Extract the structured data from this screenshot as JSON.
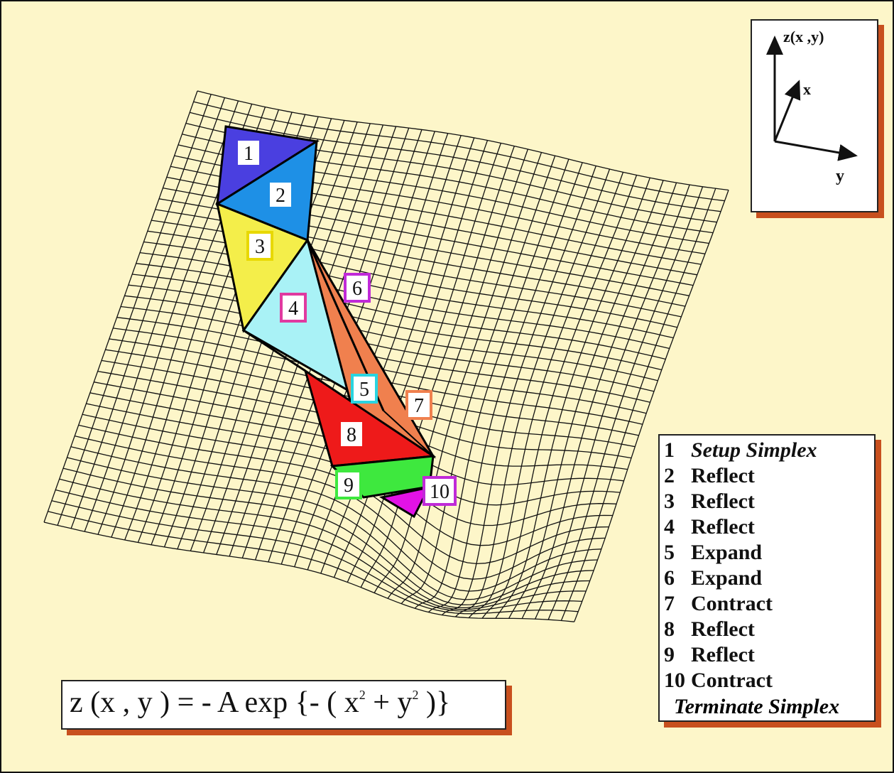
{
  "axes_legend": {
    "z_label": "z(x ,y)",
    "x_label": "x",
    "y_label": "y"
  },
  "simplex_labels": [
    {
      "label": "1",
      "color": "#4a3fe0",
      "border": "#4a3fe0"
    },
    {
      "label": "2",
      "color": "#1e90e6",
      "border": "#1e90e6"
    },
    {
      "label": "3",
      "color": "#f4ee4a",
      "border": "#e8d800"
    },
    {
      "label": "4",
      "color": "#e79ad6",
      "border": "#e03aa0"
    },
    {
      "label": "5",
      "color": "#a9f2f6",
      "border": "#2ad4e0"
    },
    {
      "label": "6",
      "color": "#c02ad8",
      "border": "#c02ad8"
    },
    {
      "label": "7",
      "color": "#f0804e",
      "border": "#f0804e"
    },
    {
      "label": "8",
      "color": "#ee1a1a",
      "border": "#ee1a1a"
    },
    {
      "label": "9",
      "color": "#3ee83e",
      "border": "#3ee83e"
    },
    {
      "label": "10",
      "color": "#e212e6",
      "border": "#c02ad8"
    }
  ],
  "legend": {
    "steps": [
      {
        "num": "1",
        "text": "Setup Simplex",
        "italic": true
      },
      {
        "num": "2",
        "text": "Reflect"
      },
      {
        "num": "3",
        "text": "Reflect"
      },
      {
        "num": "4",
        "text": "Reflect"
      },
      {
        "num": "5",
        "text": "Expand"
      },
      {
        "num": "6",
        "text": "Expand"
      },
      {
        "num": "7",
        "text": "Contract"
      },
      {
        "num": "8",
        "text": "Reflect"
      },
      {
        "num": "9",
        "text": "Reflect"
      },
      {
        "num": "10",
        "text": "Contract"
      }
    ],
    "terminate": "Terminate Simplex"
  },
  "formula": {
    "lhs": "z (x , y ) = - A exp {- ( x",
    "exp1": "2",
    "mid": " + y",
    "exp2": "2",
    "rhs": " )}"
  },
  "colors": {
    "background": "#fdf6c9",
    "shadow": "#c8501e",
    "mesh": "#111111"
  }
}
